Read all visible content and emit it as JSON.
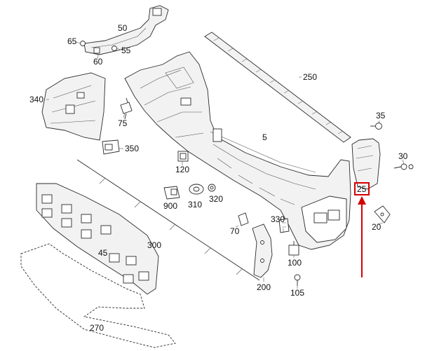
{
  "diagram": {
    "labels": {
      "p5": "5",
      "p20": "20",
      "p25": "25",
      "p30": "30",
      "p35": "35",
      "p45": "45",
      "p50": "50",
      "p55": "55",
      "p60": "60",
      "p65": "65",
      "p70": "70",
      "p75": "75",
      "p100": "100",
      "p105": "105",
      "p120": "120",
      "p200": "200",
      "p250": "250",
      "p270": "270",
      "p300": "300",
      "p310": "310",
      "p320": "320",
      "p330": "330",
      "p340": "340",
      "p350": "350",
      "p900": "900"
    },
    "highlight": {
      "part": "25",
      "color": "#d40000"
    },
    "line_color": "#2a2a2a"
  }
}
